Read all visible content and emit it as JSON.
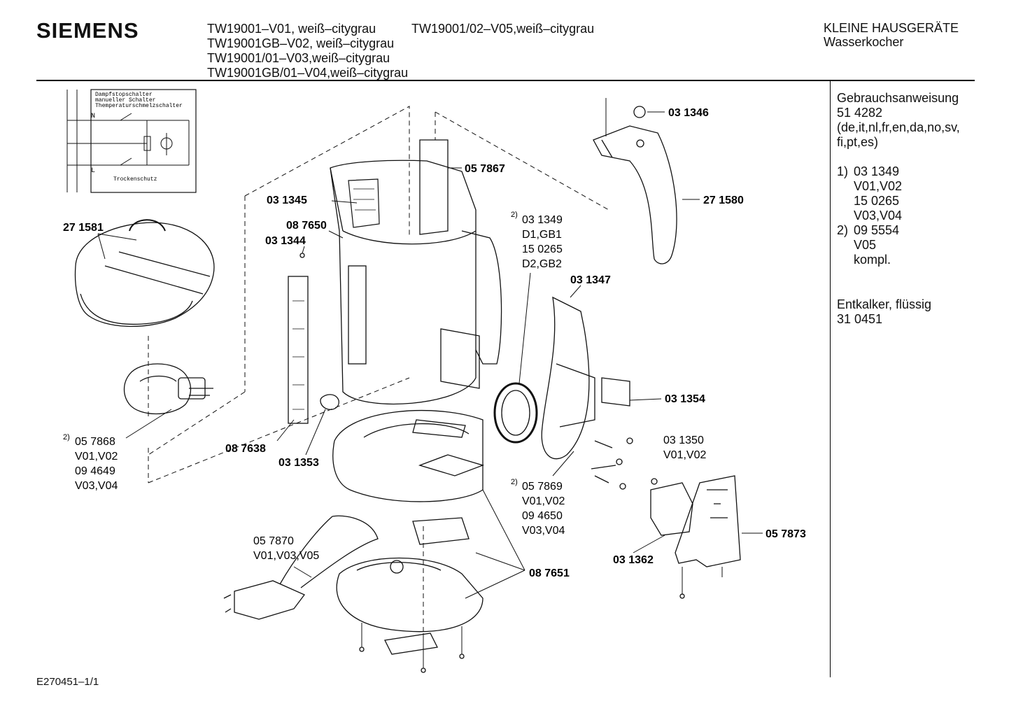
{
  "header": {
    "brand": "SIEMENS",
    "models_left": [
      "TW19001–V01, weiß–citygrau",
      "TW19001GB–V02, weiß–citygrau",
      "TW19001/01–V03,weiß–citygrau",
      "TW19001GB/01–V04,weiß–citygrau"
    ],
    "models_right": [
      "TW19001/02–V05,weiß–citygrau"
    ],
    "category": "KLEINE HAUSGERÄTE",
    "subcategory": "Wasserkocher"
  },
  "sidebar": {
    "manual_title": "Gebrauchsanweisung",
    "manual_number": "51 4282",
    "manual_langs_1": "(de,it,nl,fr,en,da,no,sv,",
    "manual_langs_2": "fi,pt,es)",
    "note1_num": "1)",
    "note1_lines": [
      "03 1349",
      "V01,V02",
      "15 0265",
      "V03,V04"
    ],
    "note2_num": "2)",
    "note2_lines": [
      "09 5554",
      "V05",
      "kompl."
    ],
    "descaler_label": "Entkalker, flüssig",
    "descaler_number": "31 0451"
  },
  "schematic": {
    "labels": [
      "Dampfstopschalter",
      "manueller Schalter",
      "Themperaturschmelzschalter",
      "Trockenschutz"
    ],
    "terminals": [
      "N",
      "L"
    ]
  },
  "parts": {
    "p031346": "03 1346",
    "p057867": "05 7867",
    "p271580": "27 1580",
    "p031345": "03 1345",
    "p271581": "27 1581",
    "p087650": "08 7650",
    "p031344": "03 1344",
    "p031349_sup": "2)",
    "p031349": [
      "03 1349",
      "D1,GB1",
      "15 0265",
      "D2,GB2"
    ],
    "p031347": "03 1347",
    "p031354": "03 1354",
    "p031350": [
      "03 1350",
      "V01,V02"
    ],
    "p057868_sup": "2)",
    "p057868": [
      "05 7868",
      "V01,V02",
      "09 4649",
      "V03,V04"
    ],
    "p087638": "08 7638",
    "p031353": "03 1353",
    "p057869_sup": "2)",
    "p057869": [
      "05 7869",
      "V01,V02",
      "09 4650",
      "V03,V04"
    ],
    "p057873": "05 7873",
    "p057870": [
      "05 7870",
      "V01,V03,V05"
    ],
    "p031362": "03 1362",
    "p087651": "08 7651"
  },
  "footer": {
    "code": "E270451–1/1"
  }
}
